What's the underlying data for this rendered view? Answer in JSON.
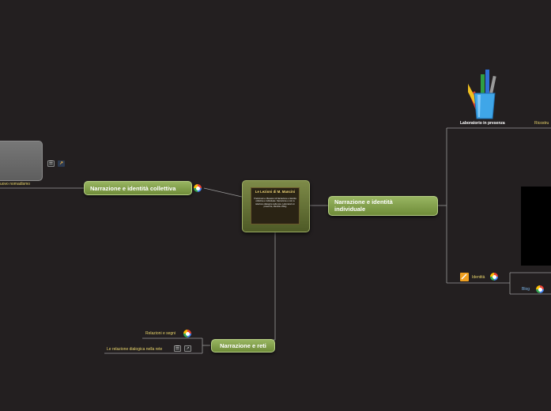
{
  "central": {
    "title": "Le Lezioni di M. Mancini",
    "text": "Preliminari e riflessioni di Narrazione e identità collettiva e individuale. Narrazione e reti, la relazione dialogica nella rete, Laboratorio in presenza, Identità e Blog"
  },
  "branches": {
    "collettiva": "Narrazione e identità collettiva",
    "individuale": "Narrazione e identità individuale",
    "reti": "Narrazione e reti"
  },
  "left": {
    "nomadismo": "uovo nomadismo"
  },
  "reti_children": {
    "relazioni": "Relazioni e segni",
    "dialogica": "Le relazione dialogica nella rete"
  },
  "individuale_children": {
    "laboratorio": "Laboratorio in presenza",
    "ricostruzione": "Ricostru",
    "identita": "Identità",
    "blog": "Blog"
  },
  "colors": {
    "background": "#231f20",
    "node": "#7e9b46",
    "connector": "#9a9a9a",
    "label_yellow": "#e8d46a",
    "label_blue": "#7ab4e8"
  },
  "icons": [
    "google-icon",
    "notes-icon",
    "link-icon",
    "pencil-cup-image",
    "note-icon"
  ]
}
